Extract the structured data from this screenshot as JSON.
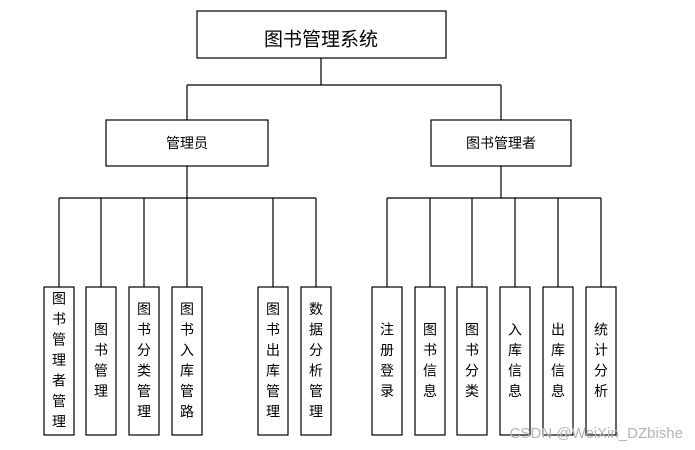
{
  "diagram": {
    "root": "图书管理系统",
    "branches": [
      {
        "label": "管理员",
        "children": [
          "图书管理者管理",
          "图书管理",
          "图书分类管理",
          "图书入库管路",
          "图书出库管理",
          "数据分析管理"
        ]
      },
      {
        "label": "图书管理者",
        "children": [
          "注册登录",
          "图书信息",
          "图书分类",
          "入库信息",
          "出库信息",
          "统计分析"
        ]
      }
    ]
  },
  "watermark": "CSDN @WeiXin_DZbishe"
}
